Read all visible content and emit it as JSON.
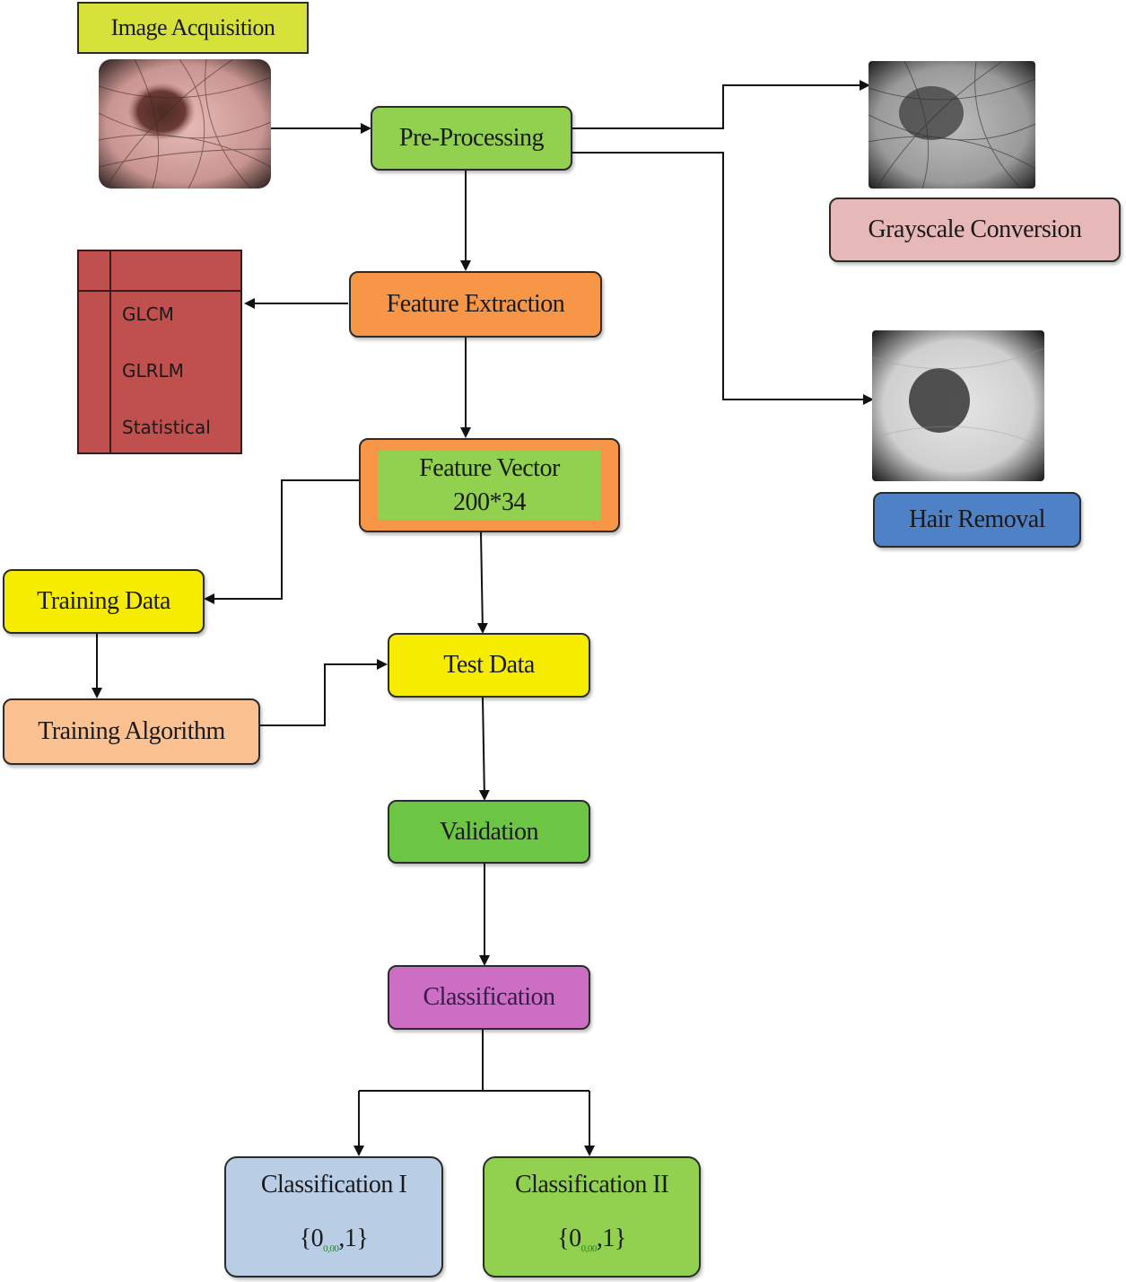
{
  "image_acquisition": {
    "label": "Image Acquisition"
  },
  "pre_processing": {
    "label": "Pre-Processing"
  },
  "grayscale": {
    "label": "Grayscale Conversion"
  },
  "hair_removal": {
    "label": "Hair Removal"
  },
  "feature_extraction": {
    "label": "Feature Extraction"
  },
  "feature_table": {
    "items": [
      "GLCM",
      "GLRLM",
      "Statistical"
    ]
  },
  "feature_vector": {
    "line1": "Feature Vector",
    "line2": "200*34"
  },
  "training_data": {
    "label": "Training Data"
  },
  "training_algorithm": {
    "label": "Training Algorithm"
  },
  "test_data": {
    "label": "Test Data"
  },
  "validation": {
    "label": "Validation"
  },
  "classification": {
    "label": "Classification"
  },
  "classification_1": {
    "title": "Classification I",
    "set_open": "{0",
    "set_sep": ",",
    "set_mid": "1",
    "set_close": "}",
    "subscript": "0,00"
  },
  "classification_2": {
    "title": "Classification II",
    "set_open": "{0",
    "set_sep": ",",
    "set_mid": "1",
    "set_close": "}",
    "subscript": "0,00"
  },
  "colors": {
    "image_acquisition": "#d6e13a",
    "pre_processing": "#92d050",
    "grayscale": "#e6b9b8",
    "hair_removal": "#4f81c7",
    "feature_extraction": "#f79646",
    "feature_vector_outer": "#f79646",
    "feature_vector_inner": "#92d050",
    "training_data": "#f5ec00",
    "training_algorithm": "#fac090",
    "test_data": "#f5ec00",
    "validation": "#6cc644",
    "classification": "#cc6ec4",
    "classification_1": "#b9cde5",
    "classification_2": "#92d050",
    "feature_table": "#c0504d"
  }
}
